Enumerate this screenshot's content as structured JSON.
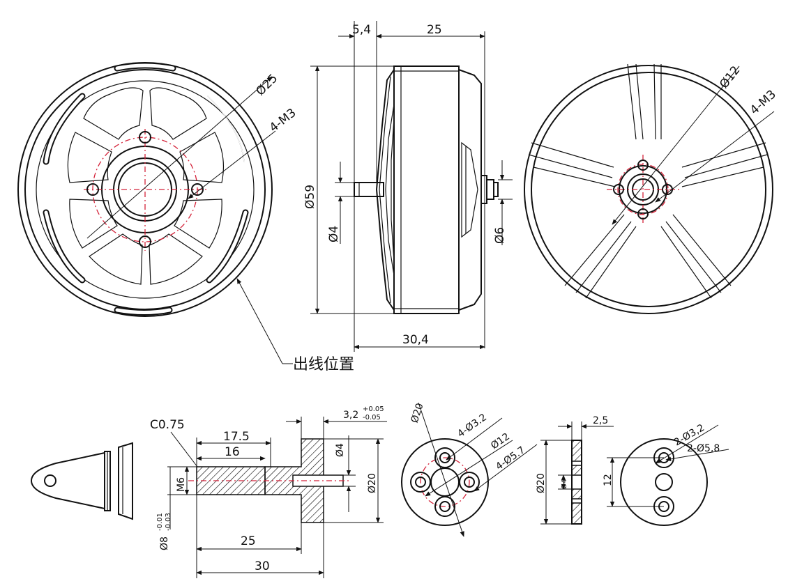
{
  "front_view": {
    "dia_outer": "Ø25",
    "screw_spec": "4-M3",
    "wire_exit": "出线位置"
  },
  "side_view": {
    "top_small": "5,4",
    "top_large": "25",
    "dia_body": "Ø59",
    "dia_shaft": "Ø4",
    "dia_rear": "Ø6",
    "total_length": "30,4"
  },
  "rear_view": {
    "dia_circle": "Ø12",
    "screw_spec": "4-M3"
  },
  "adapter": {
    "chamfer": "C0.75",
    "len_175": "17.5",
    "len_16": "16",
    "thread": "M6",
    "flange_thk": "3,2",
    "tol_plus": "+0.05",
    "tol_minus": "-0.05",
    "dia_bore": "Ø4",
    "dia_flange": "Ø20",
    "dia_base": "Ø8",
    "dia_base_tol1": "-0.01",
    "dia_base_tol2": "-0.03",
    "len_25": "25",
    "len_30": "30"
  },
  "flange_face": {
    "dia_outer": "Ø20",
    "holes_small": "4-Ø3.2",
    "dia_circle": "Ø12",
    "holes_large": "4-Ø5.7"
  },
  "washer_side": {
    "thickness": "2,5",
    "dia_outer": "Ø20",
    "dia_inner": "Ø4"
  },
  "washer_face": {
    "holes_small": "2-Ø3,2",
    "holes_large": "2-Ø5,8",
    "spacing": "12"
  },
  "colors": {
    "line": "#111111",
    "centerline": "#d4233a"
  }
}
